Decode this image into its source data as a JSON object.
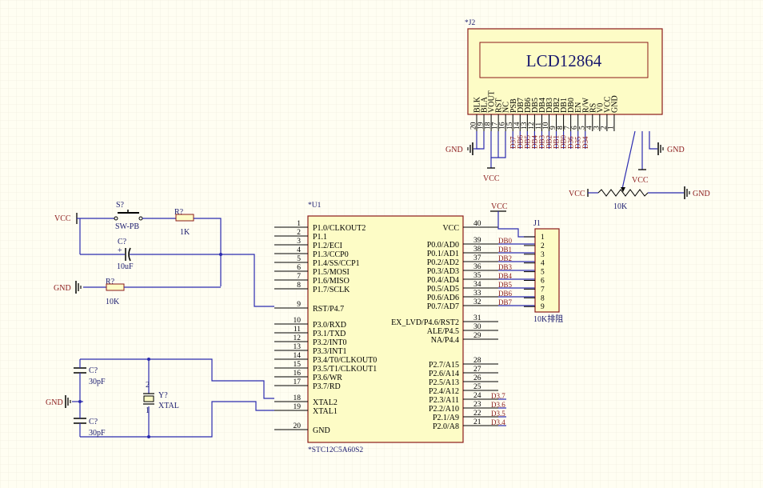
{
  "lcd": {
    "ref": "*J2",
    "title": "LCD12864",
    "pins": [
      {
        "name": "BLK",
        "num": "20"
      },
      {
        "name": "BLA",
        "num": "19"
      },
      {
        "name": "VOUT",
        "num": "18"
      },
      {
        "name": "RST",
        "num": "17"
      },
      {
        "name": "NC",
        "num": "16"
      },
      {
        "name": "PSB",
        "num": "15"
      },
      {
        "name": "DB7",
        "num": "14"
      },
      {
        "name": "DB6",
        "num": "13"
      },
      {
        "name": "DB5",
        "num": "12"
      },
      {
        "name": "DB4",
        "num": "11"
      },
      {
        "name": "DB3",
        "num": "10"
      },
      {
        "name": "DB2",
        "num": "9"
      },
      {
        "name": "DB1",
        "num": "8"
      },
      {
        "name": "DB0",
        "num": "7"
      },
      {
        "name": "EN",
        "num": "6"
      },
      {
        "name": "R/W",
        "num": "5"
      },
      {
        "name": "RS",
        "num": "4"
      },
      {
        "name": "V0",
        "num": "3"
      },
      {
        "name": "VCC",
        "num": "2"
      },
      {
        "name": "GND",
        "num": "1"
      }
    ],
    "nets": [
      "",
      "",
      "",
      "",
      "",
      "D37",
      "DB6",
      "DB5",
      "DB4",
      "DB3",
      "DB2",
      "DB1",
      "DB0",
      "D36",
      "D35",
      "D34",
      "",
      "",
      "",
      ""
    ]
  },
  "mcu": {
    "ref": "*U1",
    "part": "*STC12C5A60S2",
    "left_pins": [
      {
        "num": "1",
        "name": "P1.0/CLKOUT2"
      },
      {
        "num": "2",
        "name": "P1.1"
      },
      {
        "num": "3",
        "name": "P1.2/ECI"
      },
      {
        "num": "4",
        "name": "P1.3/CCP0"
      },
      {
        "num": "5",
        "name": "P1.4/SS/CCP1"
      },
      {
        "num": "6",
        "name": "P1.5/MOSI"
      },
      {
        "num": "7",
        "name": "P1.6/MISO"
      },
      {
        "num": "8",
        "name": "P1.7/SCLK"
      },
      {
        "num": "9",
        "name": "RST/P4.7"
      },
      {
        "num": "10",
        "name": "P3.0/RXD"
      },
      {
        "num": "11",
        "name": "P3.1/TXD"
      },
      {
        "num": "12",
        "name": "P3.2/INT0"
      },
      {
        "num": "13",
        "name": "P3.3/INT1"
      },
      {
        "num": "14",
        "name": "P3.4/T0/CLKOUT0"
      },
      {
        "num": "15",
        "name": "P3.5/T1/CLKOUT1"
      },
      {
        "num": "16",
        "name": "P3.6/WR"
      },
      {
        "num": "17",
        "name": "P3.7/RD"
      },
      {
        "num": "18",
        "name": "XTAL2"
      },
      {
        "num": "19",
        "name": "XTAL1"
      },
      {
        "num": "20",
        "name": "GND"
      }
    ],
    "right_pins": [
      {
        "num": "40",
        "name": "VCC",
        "net": ""
      },
      {
        "num": "39",
        "name": "P0.0/AD0",
        "net": "DB0"
      },
      {
        "num": "38",
        "name": "P0.1/AD1",
        "net": "DB1"
      },
      {
        "num": "37",
        "name": "P0.2/AD2",
        "net": "DB2"
      },
      {
        "num": "36",
        "name": "P0.3/AD3",
        "net": "DB3"
      },
      {
        "num": "35",
        "name": "P0.4/AD4",
        "net": "DB4"
      },
      {
        "num": "34",
        "name": "P0.5/AD5",
        "net": "DB5"
      },
      {
        "num": "33",
        "name": "P0.6/AD6",
        "net": "DB6"
      },
      {
        "num": "32",
        "name": "P0.7/AD7",
        "net": "DB7"
      },
      {
        "num": "31",
        "name": "EX_LVD/P4.6/RST2",
        "net": ""
      },
      {
        "num": "30",
        "name": "ALE/P4.5",
        "net": ""
      },
      {
        "num": "29",
        "name": "NA/P4.4",
        "net": ""
      },
      {
        "num": "28",
        "name": "P2.7/A15",
        "net": ""
      },
      {
        "num": "27",
        "name": "P2.6/A14",
        "net": ""
      },
      {
        "num": "26",
        "name": "P2.5/A13",
        "net": ""
      },
      {
        "num": "25",
        "name": "P2.4/A12",
        "net": ""
      },
      {
        "num": "24",
        "name": "P2.3/A11",
        "net": "D3.7"
      },
      {
        "num": "23",
        "name": "P2.2/A10",
        "net": "D3.6"
      },
      {
        "num": "22",
        "name": "P2.1/A9",
        "net": "D3.5"
      },
      {
        "num": "21",
        "name": "P2.0/A8",
        "net": "D3.4"
      }
    ]
  },
  "j1": {
    "ref": "J1",
    "label": "10K排阻",
    "pins": [
      "1",
      "2",
      "3",
      "4",
      "5",
      "6",
      "7",
      "8",
      "9"
    ]
  },
  "power": {
    "vcc": "VCC",
    "gnd": "GND"
  },
  "components": {
    "switch_ref": "S?",
    "switch_val": "SW-PB",
    "r1_ref": "R?",
    "r1_val": "1K",
    "c_reset_ref": "C?",
    "c_reset_val": "10uF",
    "r2_ref": "R?",
    "r2_val": "10K",
    "pot_val": "10K",
    "c1_ref": "C?",
    "c1_val": "30pF",
    "c2_ref": "C?",
    "c2_val": "30pF",
    "xtal_ref": "Y?",
    "xtal_val": "XTAL",
    "xtal_pin1": "1",
    "xtal_pin2": "2",
    "cap_plus": "+"
  },
  "colors": {
    "wire": "#2b2bb0",
    "body_fill": "#fdfcc6",
    "body_stroke": "#8b1a1a",
    "net": "#8b1a1a",
    "grid": "#e6e3d6"
  }
}
